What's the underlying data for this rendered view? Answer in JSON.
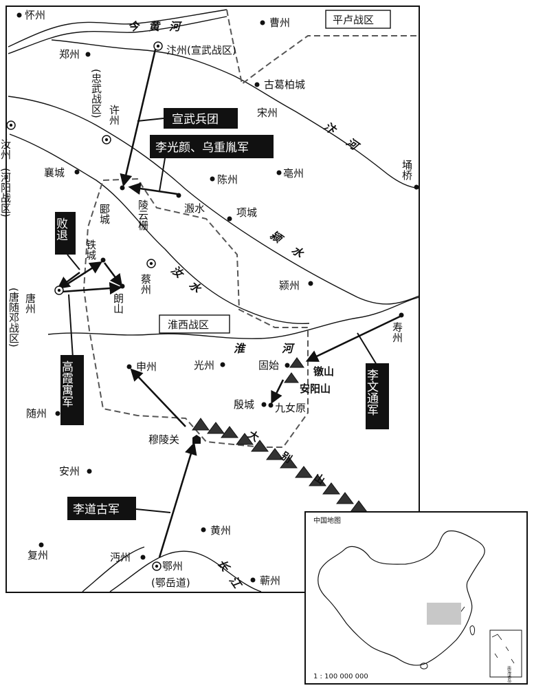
{
  "cities": {
    "huaizhou": "怀州",
    "caozhou": "曹州",
    "bianzhou": "汴州(宣武战区)",
    "zhengzhou": "郑州",
    "gugebocheng": "古葛柏城",
    "songzhou": "宋州",
    "xuzhou": "许州",
    "xiangcheng_city": "襄城",
    "chenzhou": "陈州",
    "bozhou": "亳州",
    "yongqiao": "埇桥",
    "yancheng": "郾城",
    "lingyunzha": "陵云栅",
    "shuishui": "溵水",
    "xiangcheng": "项城",
    "tiecheng": "铁城",
    "caizhou": "蔡州",
    "yingzhou": "颍州",
    "tangzhou": "唐州",
    "langshan": "朗山",
    "shouzhou": "寿州",
    "shenzhou": "申州",
    "guangzhou": "光州",
    "gushi": "固始",
    "yincheng": "殷城",
    "jiunuyuan": "九女原",
    "suizhou": "随州",
    "mulingguan": "穆陵关",
    "anzhou": "安州",
    "huangzhou": "黄州",
    "fuzhou": "复州",
    "mianzhou": "沔州",
    "ezhou": "鄂州",
    "ezhou_dao": "(鄂岳道)",
    "qizhou": "蕲州"
  },
  "vertical_labels": {
    "zhongwu": "(忠武战区)",
    "ruzhou": "汝州",
    "heyang": "(河阳战区)",
    "tangsuideng": "(唐随邓战区)"
  },
  "rivers": {
    "huanghe": "今黄河",
    "bianhe": "汴河",
    "yingshui": "颍水",
    "rushui": "汝水",
    "huaihe": "淮河",
    "changjiang": "长江"
  },
  "mountains": {
    "dabieshan": "大别山",
    "chanshan": "镦山",
    "anyangshan": "安阳山"
  },
  "zones": {
    "pinglu": "平卢战区",
    "huaixi": "淮西战区"
  },
  "armies": {
    "xuanwu": "宣武兵团",
    "liguangyan": "李光颜、乌重胤军",
    "baitui": "败退",
    "gaoxiayu": "高霞寓军",
    "liwentong": "李文通军",
    "lidaogu": "李道古军"
  },
  "inset": {
    "title": "中国地图",
    "scale": "1 : 100 000 000",
    "nanhai": "南海诸岛"
  },
  "colors": {
    "ink": "#111111",
    "box_fill": "#111111",
    "highlight": "#c8c8c8"
  }
}
